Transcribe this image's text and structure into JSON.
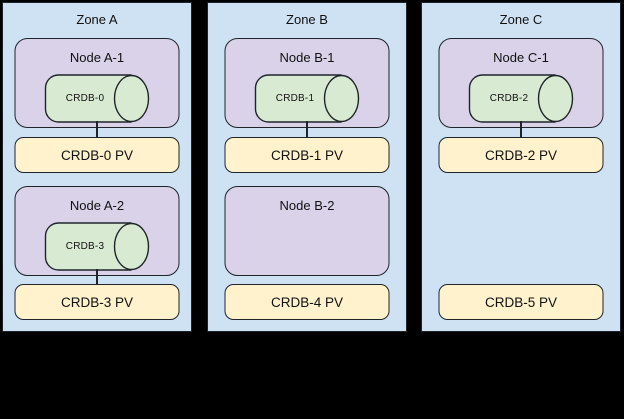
{
  "colors": {
    "zone_fill": "#cfe2f3",
    "node_fill": "#d9d2e9",
    "cylinder_fill": "#d9ead3",
    "pv_fill": "#fff2cc",
    "stroke": "#1f242b",
    "background": "#000000"
  },
  "zones": [
    {
      "label": "Zone A",
      "rows": [
        {
          "node": {
            "label": "Node A-1",
            "cylinder": "CRDB-0",
            "connected": true
          },
          "pv": "CRDB-0 PV"
        },
        {
          "node": {
            "label": "Node A-2",
            "cylinder": "CRDB-3",
            "connected": true
          },
          "pv": "CRDB-3 PV"
        }
      ]
    },
    {
      "label": "Zone B",
      "rows": [
        {
          "node": {
            "label": "Node B-1",
            "cylinder": "CRDB-1",
            "connected": true
          },
          "pv": "CRDB-1 PV"
        },
        {
          "node": {
            "label": "Node B-2",
            "cylinder": null,
            "connected": false
          },
          "pv": "CRDB-4 PV"
        }
      ]
    },
    {
      "label": "Zone C",
      "rows": [
        {
          "node": {
            "label": "Node C-1",
            "cylinder": "CRDB-2",
            "connected": true
          },
          "pv": "CRDB-2 PV"
        },
        {
          "node": null,
          "pv": "CRDB-5 PV"
        }
      ]
    }
  ]
}
